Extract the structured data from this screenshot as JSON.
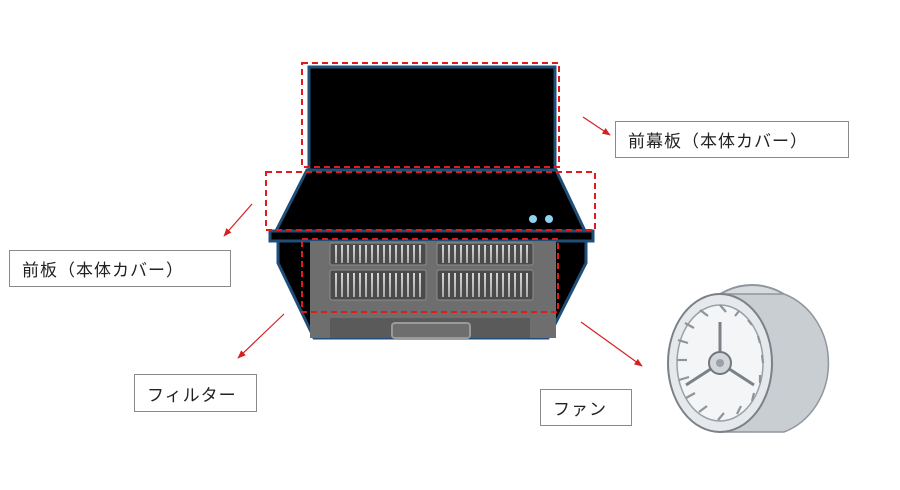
{
  "labels": {
    "front_curtain": "前幕板（本体カバー）",
    "front_panel": "前板（本体カバー）",
    "filter": "フィルター",
    "fan": "ファン"
  },
  "colors": {
    "hood_body": "#000000",
    "hood_outline": "#1f4e79",
    "filter_bg": "#6e6e6e",
    "highlight_dash": "#e01b1b",
    "arrow": "#d32222",
    "indicator_lights": "#8fd3f4",
    "fan_metal": "#c9ced3"
  },
  "icons": [
    "range-hood-illustration",
    "sirocco-fan-illustration"
  ]
}
